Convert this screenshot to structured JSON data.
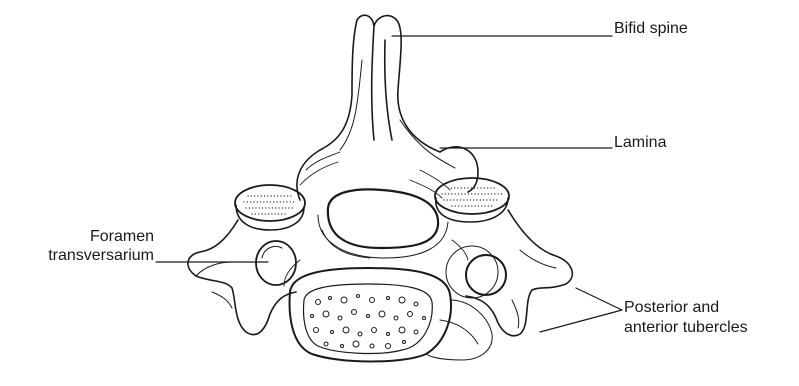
{
  "labels": {
    "bifid_spine": "Bifid spine",
    "lamina": "Lamina",
    "foramen_line1": "Foramen",
    "foramen_line2": "transversarium",
    "tubercles_line1": "Posterior and",
    "tubercles_line2": "anterior tubercles"
  },
  "colors": {
    "ink": "#1a1a1a",
    "background": "#ffffff"
  }
}
